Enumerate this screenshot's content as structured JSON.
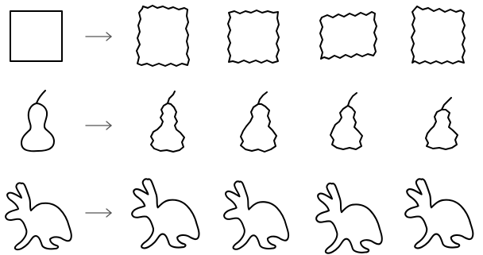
{
  "figure": {
    "rows": [
      {
        "name": "square",
        "original": "square-original",
        "deformed": [
          "square-deformed-1",
          "square-deformed-2",
          "square-deformed-3",
          "square-deformed-4"
        ]
      },
      {
        "name": "pear",
        "original": "pear-original",
        "deformed": [
          "pear-deformed-1",
          "pear-deformed-2",
          "pear-deformed-3",
          "pear-deformed-4"
        ]
      },
      {
        "name": "rabbit",
        "original": "rabbit-original",
        "deformed": [
          "rabbit-deformed-1",
          "rabbit-deformed-2",
          "rabbit-deformed-3",
          "rabbit-deformed-4"
        ]
      }
    ],
    "arrow_symbol": "right-arrow-icon",
    "colors": {
      "stroke": "#000000",
      "arrow": "#555555",
      "background": "#ffffff"
    }
  }
}
